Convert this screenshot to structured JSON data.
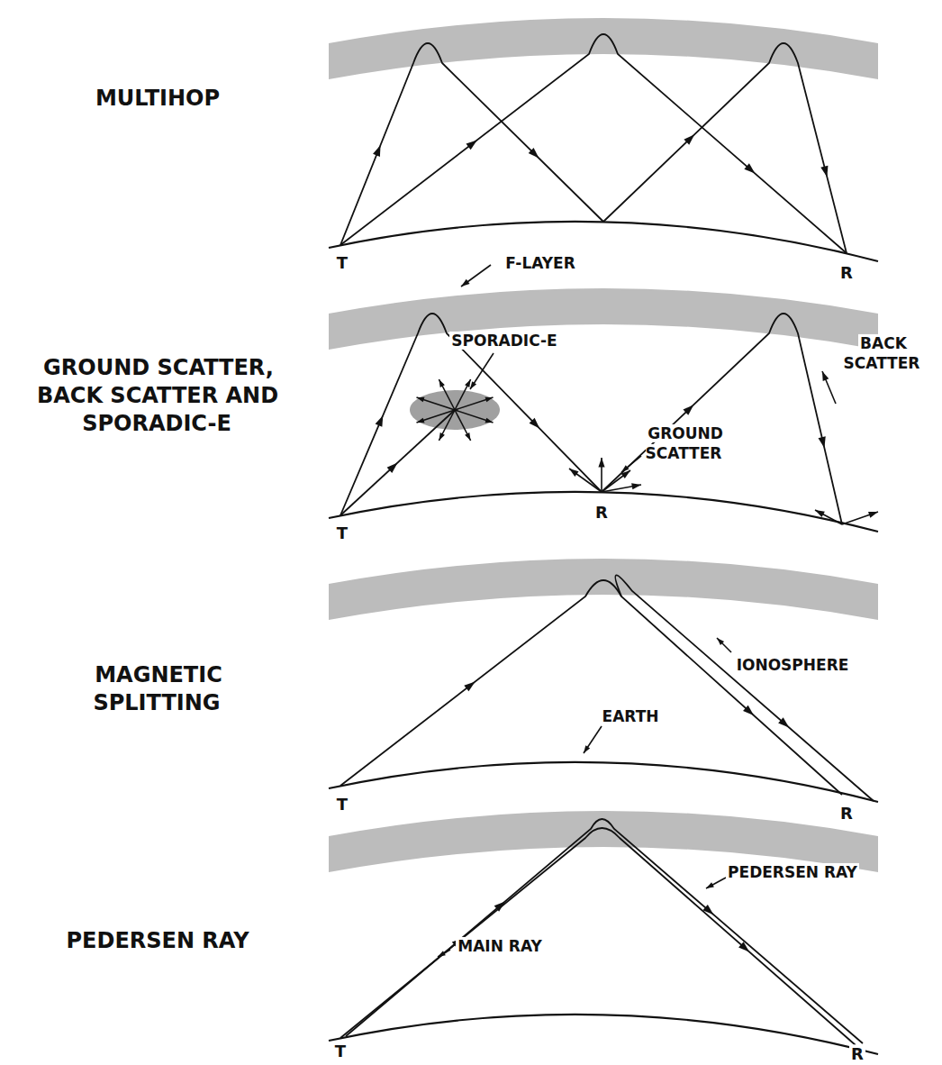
{
  "diagram": {
    "labels": [
      "MULTIHOP",
      "T",
      "R",
      "F-LAYER",
      "GROUND SCATTER, BACK SCATTER AND SPORADIC-E",
      "SPORADIC-E",
      "BACK SCATTER",
      "GROUND SCATTER",
      "T",
      "R",
      "MAGNETIC SPLITTING",
      "IONOSPHERE",
      "EARTH",
      "T",
      "R",
      "PEDERSEN RAY",
      "PEDERSEN RAY",
      "MAIN RAY",
      "T",
      "R"
    ]
  }
}
